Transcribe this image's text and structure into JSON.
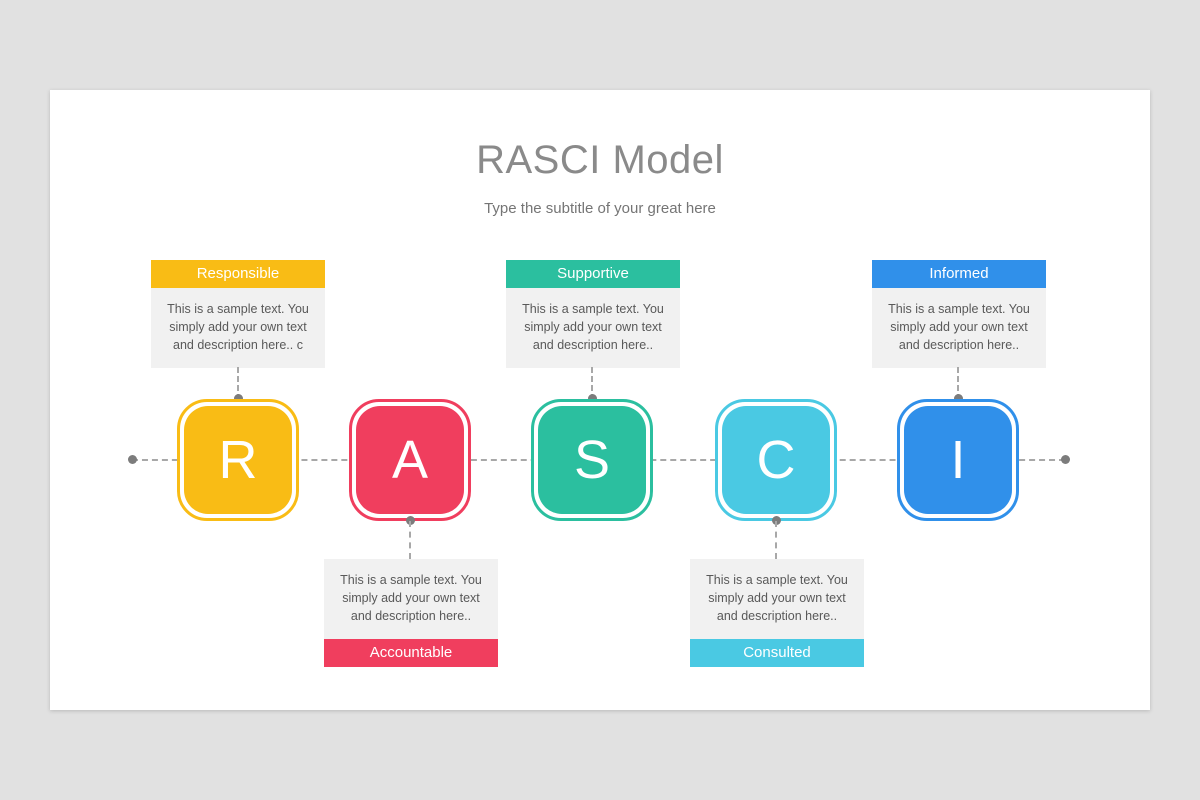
{
  "slide": {
    "title": "RASCI Model",
    "subtitle": "Type the subtitle of your great here"
  },
  "colors": {
    "responsible_yellow": "#F9BC15",
    "accountable_pink": "#F03E5E",
    "supportive_teal": "#2BBF9F",
    "consulted_cyan": "#4AC9E3",
    "informed_blue": "#3090EA",
    "body_gray": "#f1f1f1",
    "dot_gray": "#7c7c7c"
  },
  "items": [
    {
      "letter": "R",
      "label": "Responsible",
      "description": "This is a sample text. You simply add your own text and description here.. c",
      "color": "#F9BC15",
      "callout_position": "top"
    },
    {
      "letter": "A",
      "label": "Accountable",
      "description": "This is a sample text. You simply add your own text and description here..",
      "color": "#F03E5E",
      "callout_position": "bottom"
    },
    {
      "letter": "S",
      "label": "Supportive",
      "description": "This is a sample text. You simply add your own text and description here..",
      "color": "#2BBF9F",
      "callout_position": "top"
    },
    {
      "letter": "C",
      "label": "Consulted",
      "description": "This is a sample text. You simply add your own text and description here..",
      "color": "#4AC9E3",
      "callout_position": "bottom"
    },
    {
      "letter": "I",
      "label": "Informed",
      "description": "This is a sample text. You simply add your own text and description here..",
      "color": "#3090EA",
      "callout_position": "top"
    }
  ]
}
